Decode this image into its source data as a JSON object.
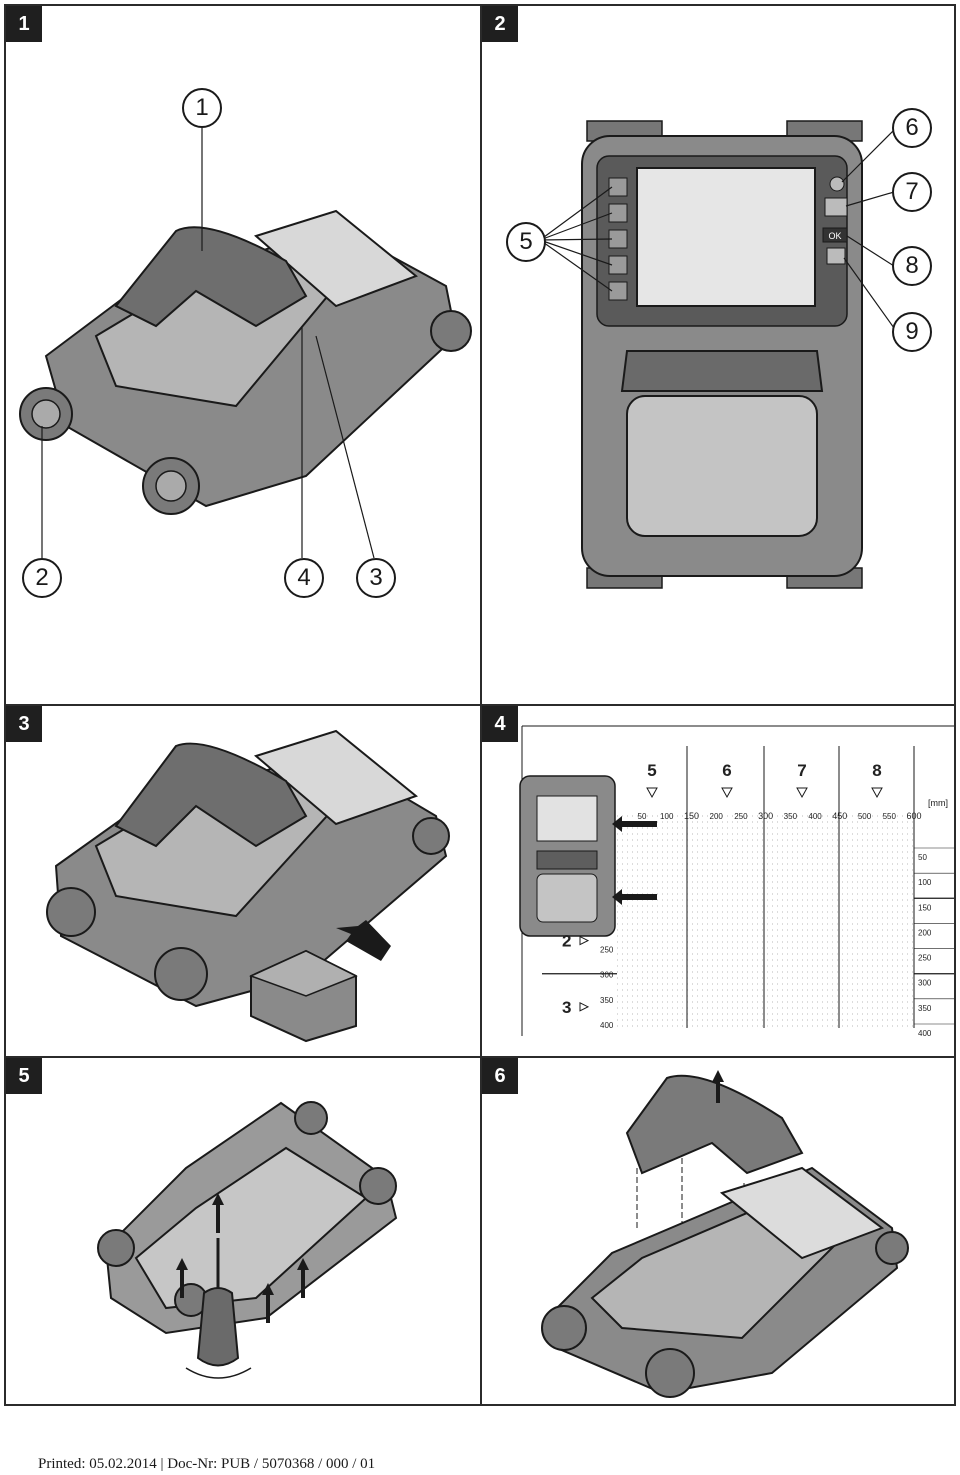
{
  "panels": [
    {
      "id": "1",
      "callouts": [
        "1",
        "2",
        "4",
        "3"
      ]
    },
    {
      "id": "2",
      "callouts": [
        "6",
        "7",
        "5",
        "8",
        "9"
      ]
    },
    {
      "id": "3"
    },
    {
      "id": "4"
    },
    {
      "id": "5"
    },
    {
      "id": "6"
    }
  ],
  "scan_grid": {
    "column_numbers": [
      "5",
      "6",
      "7",
      "8"
    ],
    "unit": "[mm]",
    "x_ticks": [
      "50",
      "100",
      "150",
      "200",
      "250",
      "300",
      "350",
      "400",
      "450",
      "500",
      "550",
      "600"
    ],
    "y_ticks_right": [
      "50",
      "100",
      "150",
      "200",
      "250",
      "300",
      "350",
      "400"
    ],
    "y_ticks_left": [
      "250",
      "300",
      "350",
      "400"
    ],
    "row_labels": [
      "2",
      "3"
    ]
  },
  "device_screen": {
    "ok_label": "OK"
  },
  "footer": "Printed: 05.02.2014 | Doc-Nr: PUB / 5070368 / 000 / 01"
}
